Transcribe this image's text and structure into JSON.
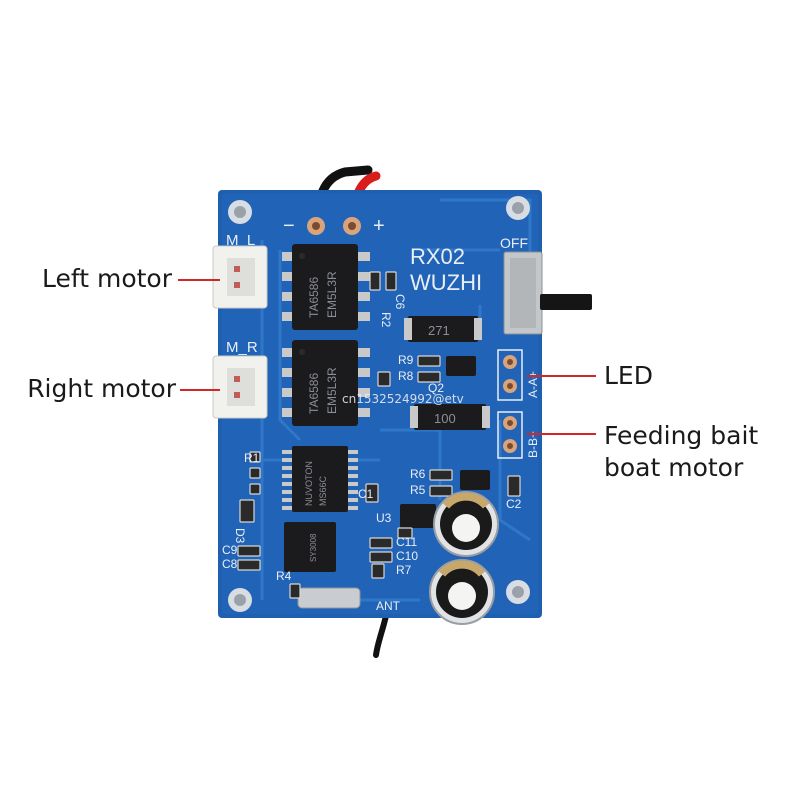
{
  "callouts": {
    "left_motor": "Left motor",
    "right_motor": "Right motor",
    "led": "LED",
    "feeding_line1": "Feeding bait",
    "feeding_line2": "boat motor"
  },
  "board": {
    "model": "RX02",
    "brand": "WUZHI",
    "switch_label": "OFF",
    "minus": "−",
    "plus": "+",
    "ml": "M_L",
    "mr": "M_R",
    "a_pins": "A-A+",
    "b_pins": "B-B+",
    "chip1_line1": "TA6586",
    "chip1_line2": "EM5L3R",
    "chip2_line1": "TA6586",
    "chip2_line2": "EM5L3R",
    "mcu_line1": "NUVOTON",
    "mcu_line2": "MS66C",
    "rx_chip": "SY3008",
    "res_271": "271",
    "res_100": "100",
    "designators": {
      "r1": "R1",
      "r2": "R2",
      "c6": "C6",
      "r9": "R9",
      "r8": "R8",
      "q2": "Q2",
      "r6": "R6",
      "r5": "R5",
      "c2": "C2",
      "c1": "C1",
      "u3": "U3",
      "c11": "C11",
      "c10": "C10",
      "r7": "R7",
      "c9": "C9",
      "c8": "C8",
      "r4": "R4",
      "d3": "D3",
      "ant": "ANT"
    },
    "watermark": "cn1532524992@etv"
  },
  "colors": {
    "pcb": "#1f5fb0",
    "pcb_dark": "#184f96",
    "trace": "#2f77c8",
    "chip": "#1b1b1d",
    "pin": "#c9c9c9",
    "callout_line": "#d32626",
    "wire_red": "#d91c1c",
    "wire_black": "#111111"
  }
}
